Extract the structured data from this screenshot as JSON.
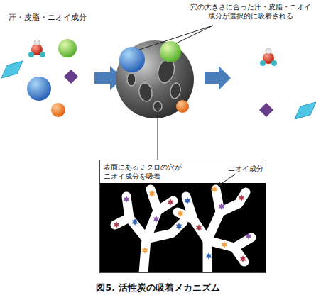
{
  "diagram": {
    "caption": "図5. 活性炭の吸着メカニズム",
    "nodes": [
      {
        "text": [
          "表面にあるミクロの穴が ニオイ成分を吸着",
          "ニオイ成分"
        ]
      }
    ],
    "labels": [
      "汗・皮脂・ニオイ成分",
      "穴の大きさに合った汗・皮脂・ニオイ 成分が選択的に吸着される"
    ]
  }
}
